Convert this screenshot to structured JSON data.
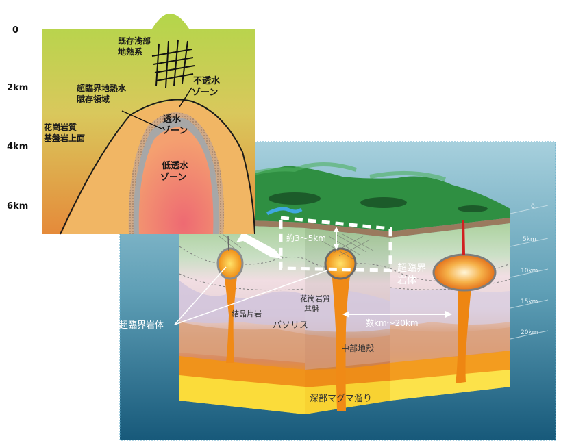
{
  "depth_axis_left": {
    "ticks": [
      "0",
      "2km",
      "4km",
      "6km"
    ]
  },
  "inset": {
    "labels": {
      "shallow_geothermal": [
        "既存浅部",
        "地熱系"
      ],
      "impermeable_zone": [
        "不透水",
        "ゾーン"
      ],
      "supercritical_fluid_reservoir": [
        "超臨界地熱水",
        "賦存領域"
      ],
      "permeable_zone": [
        "透水",
        "ゾーン"
      ],
      "granite_basement_top": [
        "花崗岩質",
        "基盤岩上面"
      ],
      "low_permeability_zone": [
        "低透水",
        "ゾーン"
      ]
    }
  },
  "block": {
    "depth_ticks": [
      "0",
      "5km",
      "10km",
      "15km",
      "20km"
    ],
    "labels": {
      "depth_range": "約3〜5km",
      "supercritical_rock_right": [
        "超臨界",
        "岩体"
      ],
      "granite_basement": [
        "花崗岩質",
        "基盤"
      ],
      "crystalline_schist": "結晶片岩",
      "batholith": "バソリス",
      "distance_range": "数km〜20km",
      "supercritical_rock_left": "超臨界岩体",
      "middle_crust": "中部地殻",
      "deep_magma_chamber": "深部マグマ溜り"
    }
  },
  "colors": {
    "ocean_top": "#9fcbd9",
    "ocean_bottom": "#1b5f80",
    "land": "#2f8f42",
    "inset_green": "#b8d84a",
    "inset_orange": "#f1b25d",
    "magma": "#f29a1e"
  }
}
